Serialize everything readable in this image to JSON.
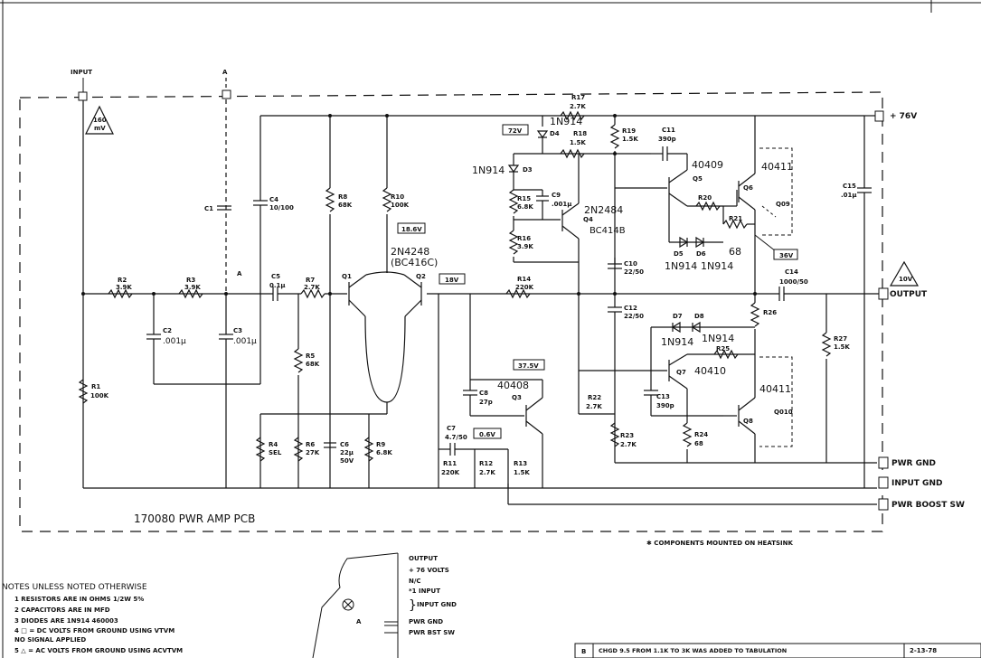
{
  "ports": {
    "input": "INPUT",
    "a": "A",
    "plus76": "+ 76V",
    "output": "OUTPUT",
    "pwr_gnd": "PWR GND",
    "input_gnd": "INPUT GND",
    "pwr_boost": "PWR BOOST SW"
  },
  "ac_markers": {
    "input": [
      "160",
      "mV"
    ],
    "output": "10V"
  },
  "voltages": [
    "72V",
    "18.6V",
    "18V",
    "36V",
    "37.5V",
    "0.6V"
  ],
  "components": {
    "r2": [
      "R2",
      "3.9K"
    ],
    "r3": [
      "R3",
      "3.9K"
    ],
    "c2": [
      "C2",
      ".001µ"
    ],
    "c3": [
      "C3",
      ".001µ"
    ],
    "r1": [
      "R1",
      "100K"
    ],
    "c1": "C1",
    "c4": [
      "C4",
      "10/100"
    ],
    "r8": [
      "R8",
      "68K"
    ],
    "r10": [
      "R10",
      "100K"
    ],
    "c5": [
      "C5",
      "0.1µ"
    ],
    "r7": [
      "R7",
      "2.7K"
    ],
    "r5": [
      "R5",
      "68K"
    ],
    "r4": [
      "R4",
      "SEL"
    ],
    "r6": [
      "R6",
      "27K"
    ],
    "c6": [
      "C6",
      "22µ",
      "50V"
    ],
    "r9": [
      "R9",
      "6.8K"
    ],
    "q1": "Q1",
    "q2": "Q2",
    "q12_part": [
      "2N4248",
      "(BC416C)"
    ],
    "r14": [
      "R14",
      "220K"
    ],
    "r17": [
      "R17",
      "2.7K"
    ],
    "r19": [
      "R19",
      "1.5K"
    ],
    "r18": [
      "R18",
      "1.5K"
    ],
    "d4": [
      "1N914",
      "D4"
    ],
    "d3": [
      "1N914",
      "D3"
    ],
    "r15": [
      "R15",
      "6.8K"
    ],
    "r16": [
      "R16",
      "3.9K"
    ],
    "c9": [
      "C9",
      ".001µ"
    ],
    "q4": [
      "2N2484",
      "Q4",
      "BC414B"
    ],
    "c11": [
      "C11",
      "390p"
    ],
    "q5": [
      "40409",
      "Q5"
    ],
    "q6": [
      "40411",
      "Q6",
      "Q09"
    ],
    "r20": "R20",
    "r21": [
      "R21",
      "68"
    ],
    "d5d6": [
      "D5",
      "D6",
      "1N914",
      "1N914"
    ],
    "c10": [
      "C10",
      "22/50"
    ],
    "c14": [
      "C14",
      "1000/50"
    ],
    "c15": [
      "C15",
      ".01µ"
    ],
    "c12": [
      "C12",
      "22/50"
    ],
    "d7d8": [
      "D7",
      "D8",
      "1N914",
      "1N914"
    ],
    "r26": "R26",
    "r25": "R25",
    "r27": [
      "R27",
      "1.5K"
    ],
    "q7": [
      "Q7",
      "40410"
    ],
    "q8": [
      "40411",
      "Q8",
      "Q010"
    ],
    "c13": [
      "C13",
      "390p"
    ],
    "r22": [
      "R22",
      "2.7K"
    ],
    "r23": [
      "R23",
      "2.7K"
    ],
    "r24": [
      "R24",
      "68"
    ],
    "c8": [
      "C8",
      "27p"
    ],
    "q3": [
      "40408",
      "Q3"
    ],
    "c7": [
      "C7",
      "4.7/50"
    ],
    "r11": [
      "R11",
      "220K"
    ],
    "r12": [
      "R12",
      "2.7K"
    ],
    "r13": [
      "R13",
      "1.5K"
    ]
  },
  "board_title": "170080  PWR AMP PCB",
  "heatsink_note": "✱ COMPONENTS MOUNTED ON HEATSINK",
  "notes": {
    "heading": "NOTES  UNLESS NOTED OTHERWISE",
    "items": [
      "1  RESISTORS ARE IN OHMS  1/2W 5%",
      "2  CAPACITORS ARE IN MFD",
      "3  DIODES ARE 1N914  460003",
      "4  □ = DC VOLTS FROM GROUND USING VTVM",
      "      NO SIGNAL APPLIED",
      "5  △ = AC VOLTS FROM GROUND USING ACVTVM"
    ]
  },
  "connector": {
    "pins": [
      "OUTPUT",
      "+ 76 VOLTS",
      "N/C",
      "*1 INPUT",
      "INPUT GND",
      "PWR GND",
      "PWR BST SW"
    ],
    "marker": "A"
  },
  "revision": {
    "letter": "B",
    "text": "CHGD 9.5 FROM 1.1K TO 3K  WAS ADDED TO TABULATION",
    "date": "2-13-78"
  }
}
